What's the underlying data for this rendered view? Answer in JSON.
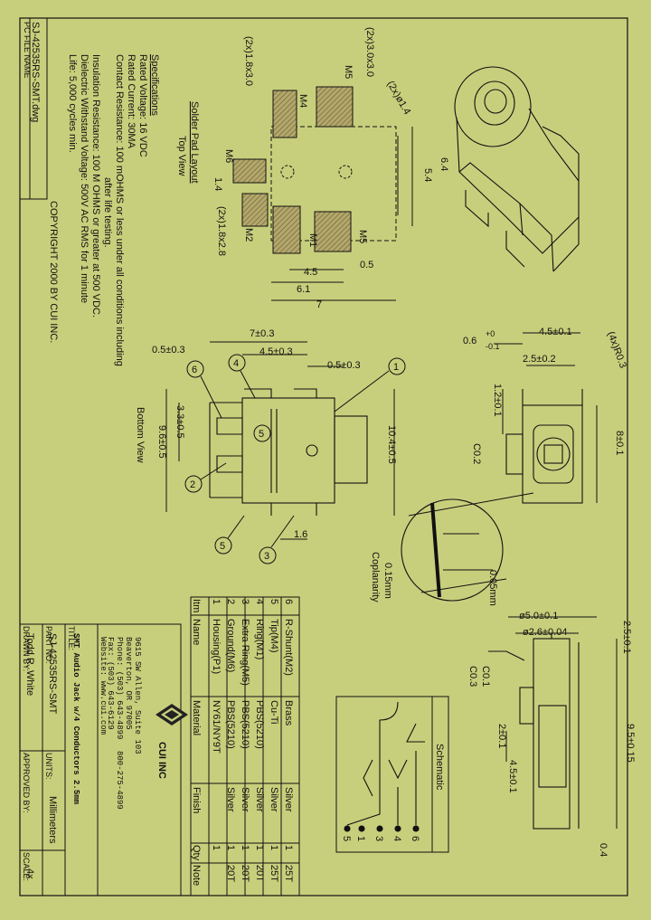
{
  "file": {
    "pc_file_name_label": "PC FILE NAME",
    "file_name": "SJ-42535RS-SMT.dwg",
    "copyright": "COPYRIGHT 2000 BY CUI INC."
  },
  "specs": {
    "heading": "Specifications",
    "lines": [
      "Rated Voltage: 16 VDC",
      "Rated Current: 30MA",
      "Contact Resistance: 100 mOHMS or less under all conditions including",
      "after life testing.",
      "Insulation Resistance: 100 M OHMS or greater at 500 VDC.",
      "Dielectric Withstand Voltage: 500V AC RMS for 1 minute",
      "Life: 5,000 cycles min."
    ]
  },
  "pad_layout": {
    "title": "Solder Pad Layout",
    "subtitle": "Top View",
    "dims": [
      "(2x)1.8x3.0",
      "(2x)3.0x3.0",
      "(2x)ø1.4",
      "6.4",
      "5.4",
      "1.4",
      "(2x)1.8x2.8",
      "4.5",
      "0.5",
      "6.1",
      "7"
    ],
    "pads": [
      "M4",
      "M5",
      "M6",
      "M2",
      "M1",
      "M5"
    ]
  },
  "bottom_view": {
    "title": "Bottom View",
    "dims": [
      "7±0.3",
      "0.5±0.3",
      "4.5±0.3",
      "0.5±0.3",
      "3.3±0.5",
      "9.6±0.5",
      "10.4±0.5",
      "1.6"
    ],
    "callouts": [
      "1",
      "2",
      "3",
      "4",
      "5",
      "6"
    ]
  },
  "front_view": {
    "dims": [
      "4.5±0.1",
      "0.6",
      "+0",
      "-0.1",
      "2.5±0.2",
      "(4x)R0.3",
      "1.2±0.1",
      "8±0.1",
      "C0.2"
    ]
  },
  "detail": {
    "dims": [
      "0.15mm",
      "Coplanarity",
      "0.05mm"
    ]
  },
  "side_view": {
    "dims": [
      "ø5.0±0.1",
      "ø2.6±0.04",
      "2.5±0.1",
      "C0.1",
      "C0.3",
      "2±0.1",
      "4.5±0.1",
      "9.5±0.15",
      "0.4"
    ]
  },
  "table": {
    "header": [
      "Itm",
      "Name",
      "Material",
      "Finish",
      "Qty",
      "Note"
    ],
    "rows": [
      [
        "6",
        "R-Shunt(M2)",
        "Brass",
        "Silver",
        "1",
        "25T"
      ],
      [
        "5",
        "Tip(M4)",
        "Cu-Ti",
        "Silver",
        "1",
        "25T"
      ],
      [
        "4",
        "Ring(M1)",
        "PBS(5210)",
        "Silver",
        "1",
        "20T"
      ],
      [
        "3",
        "Extra Ring(M5)",
        "PBS(5210)",
        "Silver",
        "1",
        "20T"
      ],
      [
        "2",
        "Ground(M6)",
        "PBS(5210)",
        "Silver",
        "1",
        "20T"
      ],
      [
        "1",
        "Housing(P1)",
        "NY61/NY9T",
        "",
        "1",
        ""
      ]
    ]
  },
  "schematic": {
    "title": "Schematic",
    "pins": [
      "6",
      "4",
      "5",
      "1",
      "3"
    ]
  },
  "title_block": {
    "company_address": [
      "9615 SW Allen, Suite 103",
      "Beaverton, OR 97005",
      "Phone: (503) 643-4899",
      "800-275-4899",
      "Fax: (503) 643-6129",
      "Website: www.cui.com"
    ],
    "logo_text": "CUI INC",
    "title_label": "TITLE:",
    "title": "SMT Audio Jack w/4 Conductors 2.5mm",
    "part_label": "PART NO:",
    "part_no": "SJ-42535RS-SMT",
    "units_label": "UNITS:",
    "units": "Millimeters",
    "drawn_label": "DRAWN BY:",
    "drawn_by": "Todd R. White",
    "approved_label": "APPROVED BY:",
    "scale_label": "SCALE:",
    "scale": "4x"
  }
}
